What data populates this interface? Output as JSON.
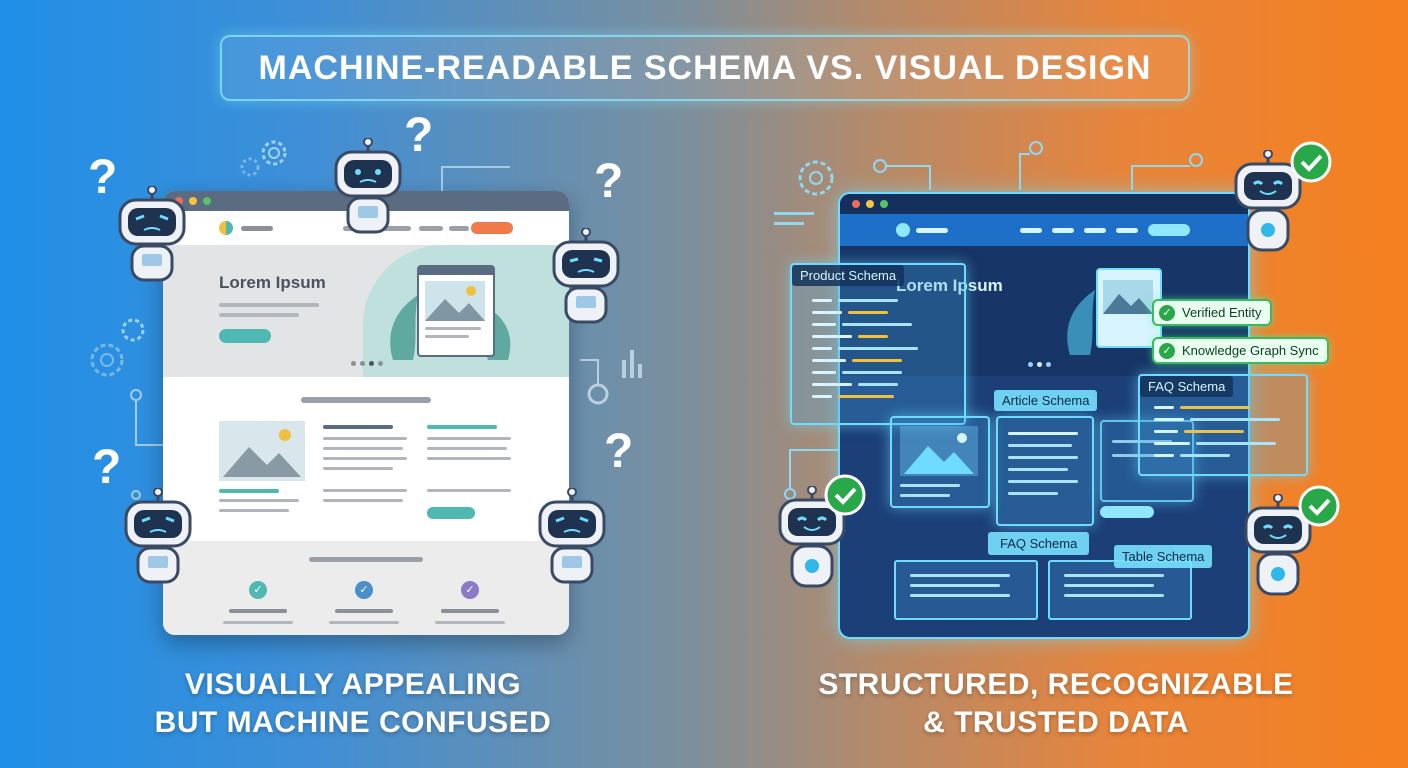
{
  "title": "MACHINE-READABLE SCHEMA VS. VISUAL DESIGN",
  "left": {
    "heading": "Lorem Ipsum",
    "caption_line1": "VISUALLY APPEALING",
    "caption_line2": "BUT MACHINE CONFUSED",
    "question_mark": "?"
  },
  "right": {
    "heading": "Lorem Ipsum",
    "caption_line1": "STRUCTURED, RECOGNIZABLE",
    "caption_line2": "& TRUSTED DATA",
    "labels": {
      "product_schema": "Product Schema",
      "article_schema": "Article Schema",
      "faq_schema_top": "FAQ Schema",
      "faq_schema_bottom": "FAQ Schema",
      "table_schema": "Table Schema"
    },
    "badges": {
      "verified_entity": "Verified Entity",
      "knowledge_graph": "Knowledge Graph Sync"
    },
    "check": "✓"
  },
  "colors": {
    "left_bg": "#1f8fe8",
    "right_bg": "#f5801e",
    "accent_cyan": "#6fdcff",
    "check_green": "#29a84a",
    "left_window_accent": "#4fb8b0",
    "left_window_cta": "#f07a4a"
  },
  "icons": [
    "robot-icon",
    "question-mark-icon",
    "gear-icon",
    "check-badge-icon",
    "image-placeholder-icon",
    "leaf-icon",
    "bar-chart-icon"
  ]
}
